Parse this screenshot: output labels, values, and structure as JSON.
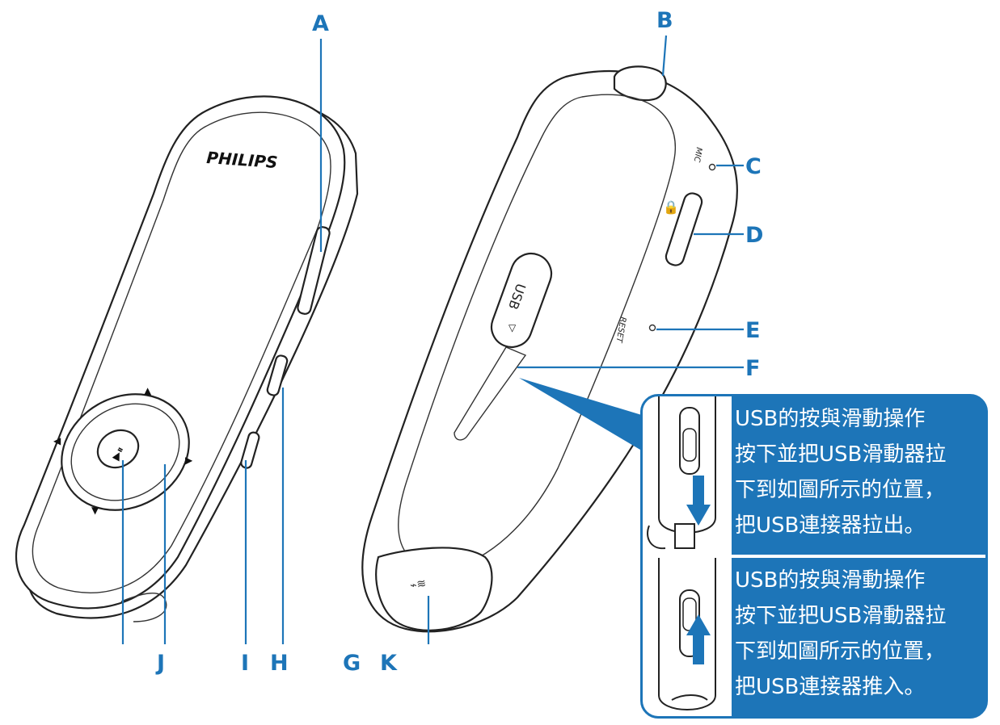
{
  "brand": "PHILIPS",
  "device_markings": {
    "usb": "USB",
    "mic": "MIC",
    "reset": "RESET"
  },
  "callouts": {
    "A": "A",
    "B": "B",
    "C": "C",
    "D": "D",
    "E": "E",
    "F": "F",
    "G": "G",
    "H": "H",
    "I": "I",
    "J": "J",
    "K": "K"
  },
  "inset": {
    "top": {
      "lines": [
        "USB的按與滑動操作",
        "按下並把USB滑動器拉",
        "下到如圖所示的位置，",
        "把USB連接器拉出。"
      ],
      "arrow": "down-arrow-icon"
    },
    "bottom": {
      "lines": [
        "USB的按與滑動操作",
        "按下並把USB滑動器拉",
        "下到如圖所示的位置，",
        "把USB連接器推入。"
      ],
      "arrow": "up-arrow-icon"
    }
  },
  "colors": {
    "accent": "#1d75b8",
    "outline": "#222222",
    "background": "#ffffff"
  }
}
